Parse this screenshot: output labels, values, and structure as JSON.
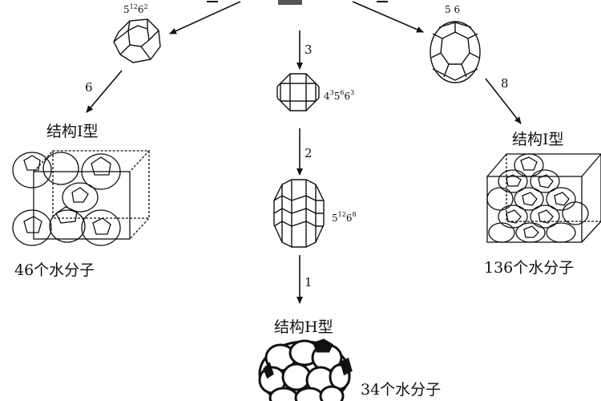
{
  "cages": {
    "top_left": {
      "base": "5",
      "exp1": "12",
      "mid": "6",
      "exp2": "2"
    },
    "center_1": {
      "a": "4",
      "ae": "3",
      "b": "5",
      "be": "6",
      "c": "6",
      "ce": "3"
    },
    "center_2": {
      "a": "5",
      "ae": "12",
      "b": "6",
      "be": "8"
    },
    "top_right": {
      "text": "5 6"
    }
  },
  "arrows": {
    "a1": "1",
    "a2": "2",
    "a3": "3",
    "a6": "6",
    "a8": "8"
  },
  "structures": {
    "type_i": {
      "label": "结构I型",
      "count": "46个水分子"
    },
    "type_ii": {
      "label": "结构I型",
      "count": "136个水分子"
    },
    "type_h": {
      "label": "结构H型",
      "count": "34个水分子"
    }
  }
}
